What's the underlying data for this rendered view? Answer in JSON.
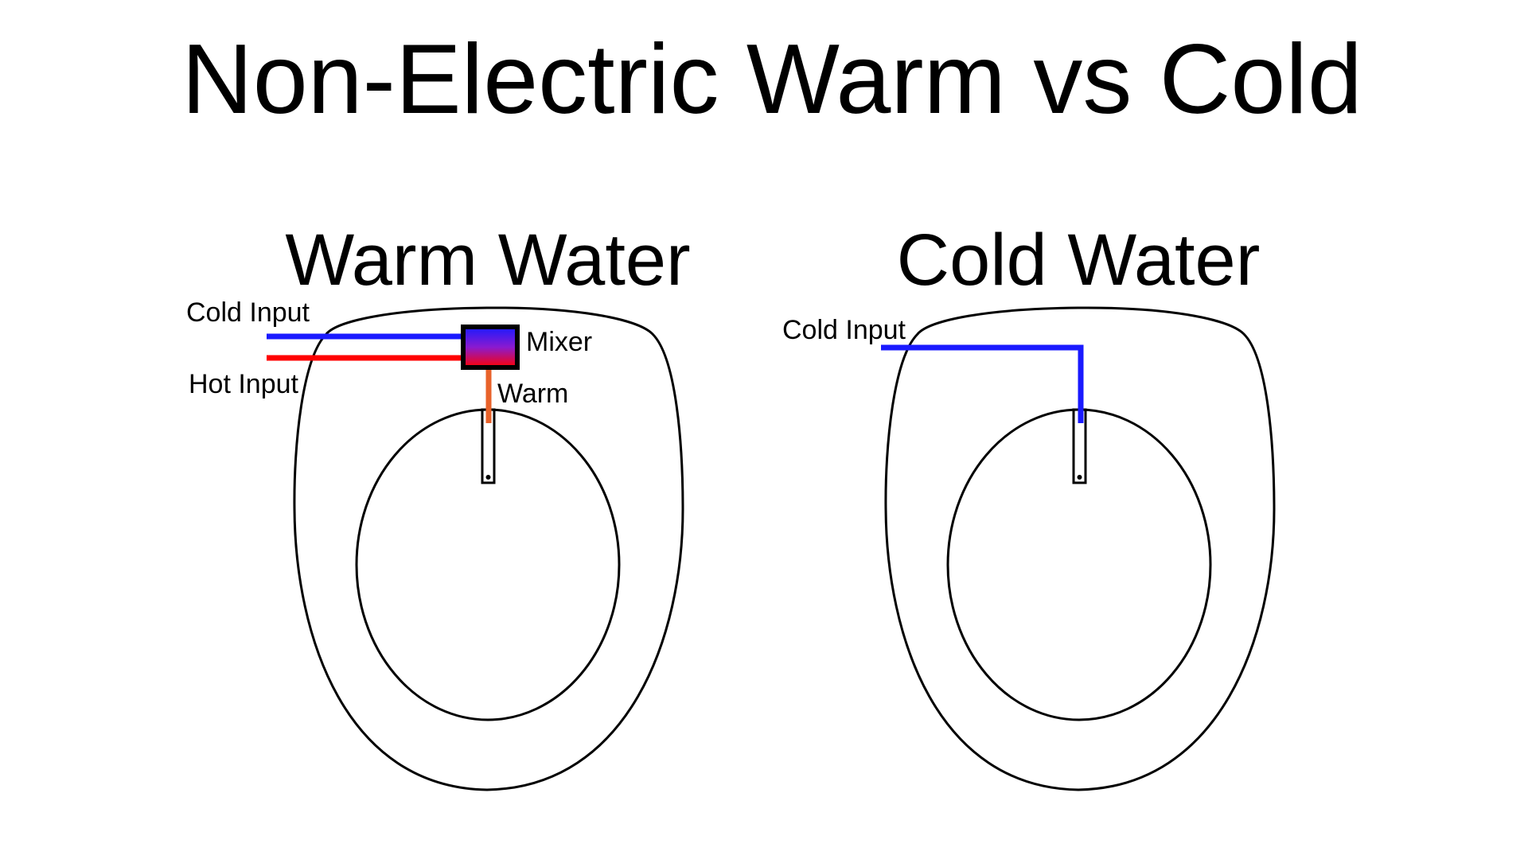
{
  "title": "Non-Electric Warm vs Cold",
  "colors": {
    "cold": "#1a1aff",
    "hot": "#ff0000",
    "warm": "#e8622a",
    "outline": "#000000",
    "background": "#ffffff"
  },
  "panels": {
    "warm": {
      "title": "Warm Water",
      "cold_input_label": "Cold Input",
      "hot_input_label": "Hot Input",
      "mixer_label": "Mixer",
      "warm_label": "Warm"
    },
    "cold": {
      "title": "Cold Water",
      "cold_input_label": "Cold Input"
    }
  }
}
